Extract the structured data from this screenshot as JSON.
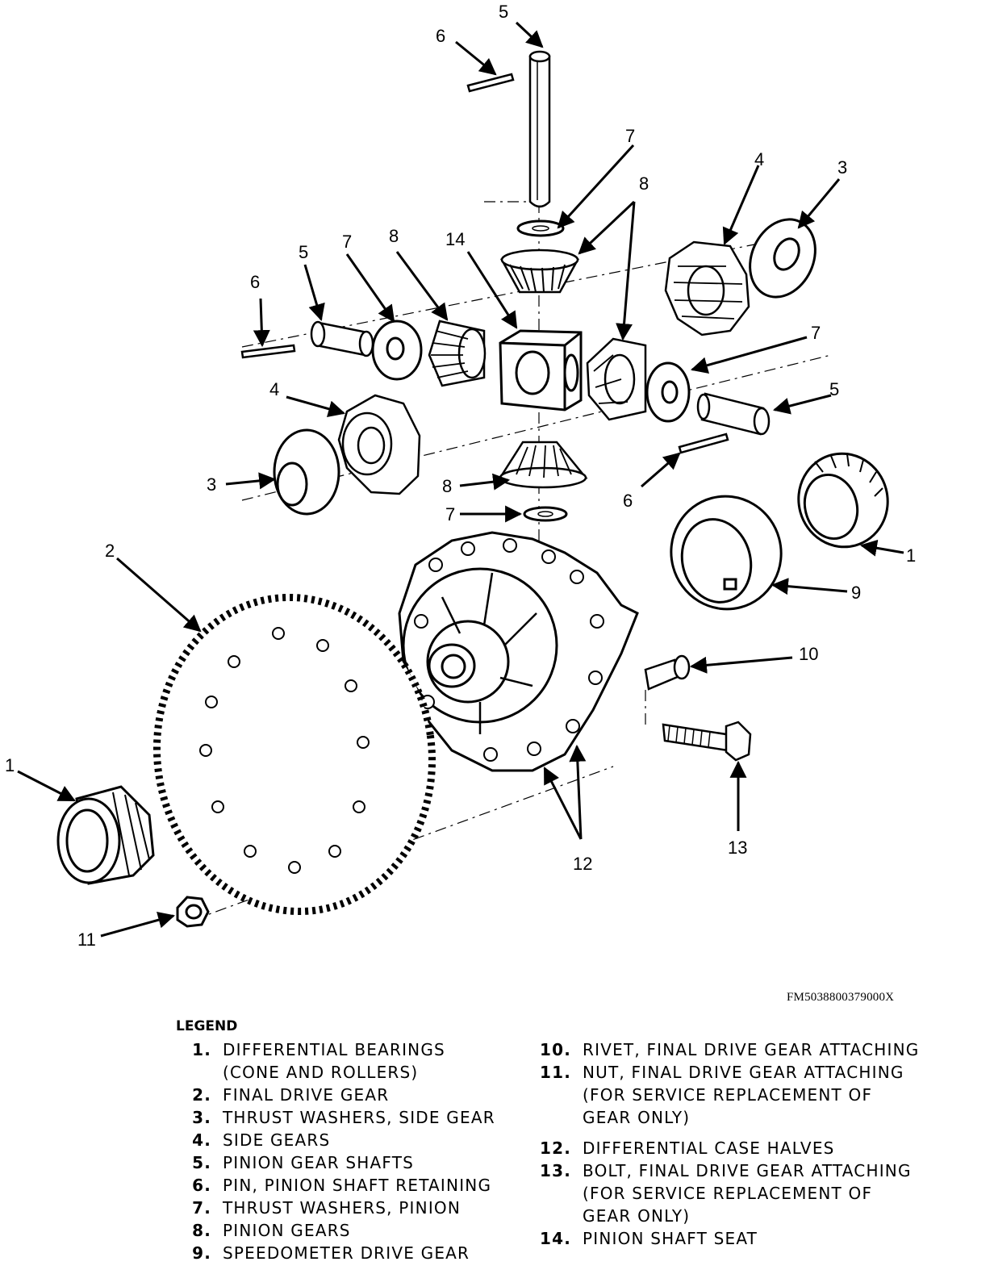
{
  "callouts": {
    "c1a": "1",
    "c1b": "1",
    "c2": "2",
    "c3a": "3",
    "c3b": "3",
    "c4a": "4",
    "c4b": "4",
    "c5a": "5",
    "c5b": "5",
    "c5c": "5",
    "c6a": "6",
    "c6b": "6",
    "c6c": "6",
    "c7a": "7",
    "c7b": "7",
    "c7c": "7",
    "c7d": "7",
    "c8a": "8",
    "c8b": "8",
    "c8c": "8",
    "c9": "9",
    "c10": "10",
    "c11": "11",
    "c12": "12",
    "c13": "13",
    "c14": "14"
  },
  "figure_code": "FM5038800379000X",
  "legend": {
    "title": "LEGEND",
    "items": [
      {
        "num": "1.",
        "line1": "DIFFERENTIAL BEARINGS",
        "line2": "(CONE AND ROLLERS)"
      },
      {
        "num": "2.",
        "line1": "FINAL DRIVE GEAR"
      },
      {
        "num": "3.",
        "line1": "THRUST WASHERS, SIDE GEAR"
      },
      {
        "num": "4.",
        "line1": "SIDE GEARS"
      },
      {
        "num": "5.",
        "line1": "PINION GEAR SHAFTS"
      },
      {
        "num": "6.",
        "line1": "PIN, PINION SHAFT RETAINING"
      },
      {
        "num": "7.",
        "line1": "THRUST WASHERS, PINION"
      },
      {
        "num": "8.",
        "line1": "PINION GEARS"
      },
      {
        "num": "9.",
        "line1": "SPEEDOMETER DRIVE GEAR"
      },
      {
        "num": "10.",
        "line1": "RIVET, FINAL DRIVE GEAR ATTACHING"
      },
      {
        "num": "11.",
        "line1": "NUT, FINAL DRIVE GEAR ATTACHING",
        "line2": "(FOR SERVICE REPLACEMENT OF",
        "line3": "GEAR ONLY)"
      },
      {
        "num": "12.",
        "line1": "DIFFERENTIAL CASE HALVES"
      },
      {
        "num": "13.",
        "line1": "BOLT, FINAL DRIVE GEAR ATTACHING",
        "line2": "(FOR SERVICE REPLACEMENT OF",
        "line3": "GEAR ONLY)"
      },
      {
        "num": "14.",
        "line1": "PINION SHAFT SEAT"
      }
    ]
  }
}
